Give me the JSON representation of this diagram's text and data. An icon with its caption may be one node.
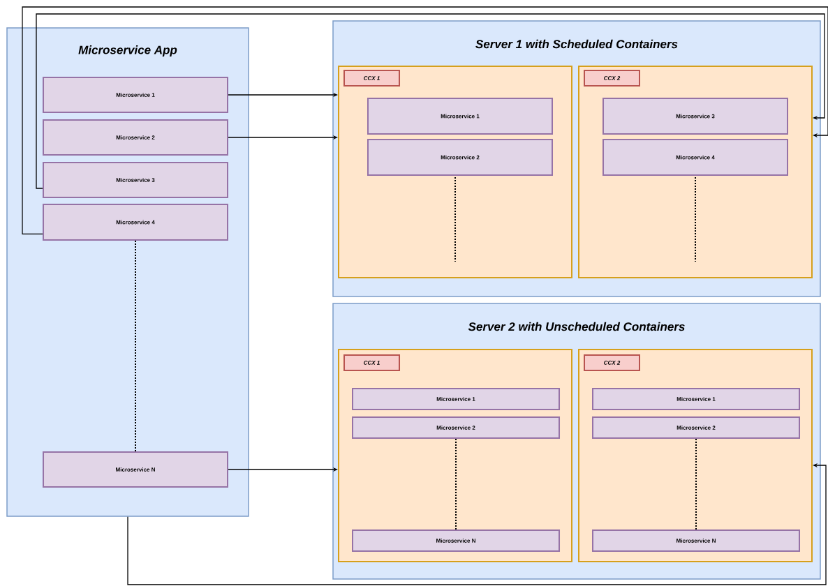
{
  "diagram": {
    "nodes": [
      {
        "text": [
          "Microservice App"
        ]
      },
      {
        "text": [
          "Microservice 1"
        ],
        "in": 0
      },
      {
        "text": [
          "Microservice 2"
        ],
        "in": 0
      },
      {
        "text": [
          "Microservice 3"
        ],
        "in": 0
      },
      {
        "text": [
          "Microservice 4"
        ],
        "in": 0
      },
      {
        "text": [
          "Microservice N"
        ],
        "in": 0
      },
      {
        "text": [
          "Server 1 with Scheduled Containers"
        ]
      },
      {
        "text": [],
        "shape": "box",
        "in": 6
      },
      {
        "text": [
          "CCX 1"
        ],
        "in": 7
      },
      {
        "text": [
          "Microservice 1"
        ],
        "in": 7
      },
      {
        "text": [
          "Microservice 2"
        ],
        "in": 7
      },
      {
        "text": [],
        "shape": "box",
        "in": 6
      },
      {
        "text": [
          "CCX 2"
        ],
        "in": 11
      },
      {
        "text": [
          "Microservice 3"
        ],
        "in": 11
      },
      {
        "text": [
          "Microservice 4"
        ],
        "in": 11
      },
      {
        "text": [
          "Server 2 with Unscheduled Containers"
        ]
      },
      {
        "text": [],
        "shape": "box",
        "in": 15
      },
      {
        "text": [
          "CCX 1"
        ],
        "in": 16
      },
      {
        "text": [
          "Microservice 1"
        ],
        "in": 16
      },
      {
        "text": [
          "Microservice 2"
        ],
        "in": 16
      },
      {
        "text": [
          "Microservice N"
        ],
        "in": 16
      },
      {
        "text": [],
        "shape": "box",
        "in": 15
      },
      {
        "text": [
          "CCX 2"
        ],
        "in": 21
      },
      {
        "text": [
          "Microservice 1"
        ],
        "in": 21
      },
      {
        "text": [
          "Microservice 2"
        ],
        "in": 21
      },
      {
        "text": [
          "Microservice N"
        ],
        "in": 21
      }
    ],
    "edges": [
      {
        "from": 1,
        "to": 7,
        "arrow": "to"
      },
      {
        "from": 2,
        "to": 7,
        "arrow": "to"
      },
      {
        "from": 3,
        "to": 11,
        "arrow": "to"
      },
      {
        "from": 4,
        "to": 11,
        "arrow": "to"
      },
      {
        "from": 5,
        "to": 16,
        "arrow": "to"
      },
      {
        "from": 0,
        "to": 21,
        "arrow": "to"
      },
      {
        "from": 4,
        "to": 5,
        "arrow": "none",
        "style": "dashed"
      },
      {
        "from": 19,
        "to": 20,
        "arrow": "none",
        "style": "dashed"
      },
      {
        "from": 24,
        "to": 25,
        "arrow": "none",
        "style": "dashed"
      }
    ]
  }
}
